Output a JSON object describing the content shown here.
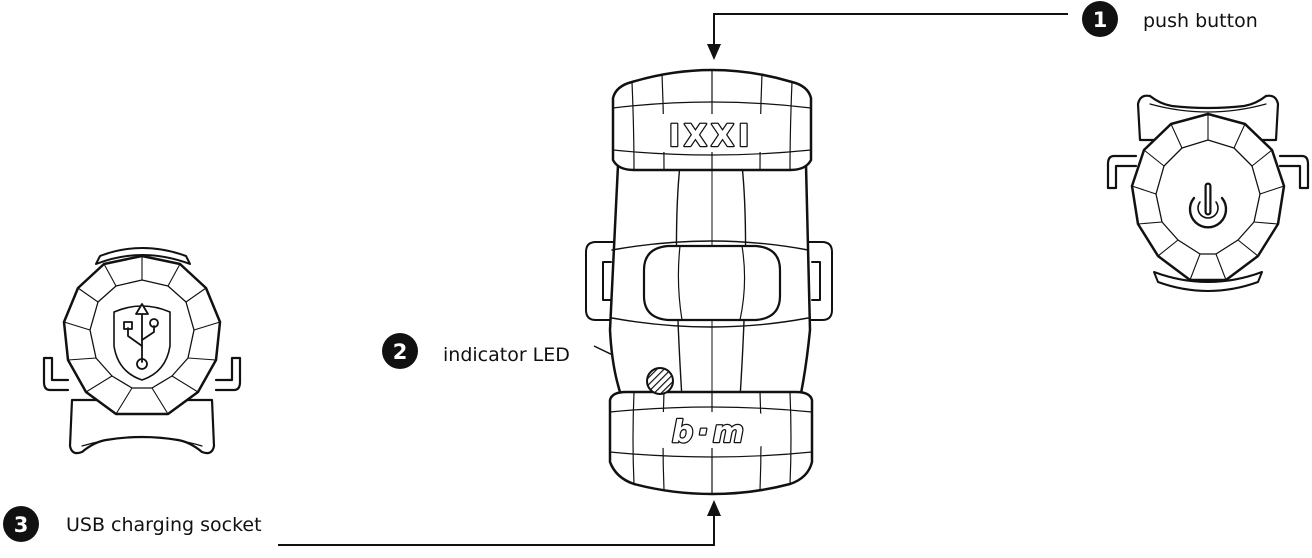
{
  "callouts": [
    {
      "number": "1",
      "label": "push button"
    },
    {
      "number": "2",
      "label": "indicator LED"
    },
    {
      "number": "3",
      "label": "USB charging socket"
    }
  ],
  "device": {
    "top_logo": "IXXI",
    "bottom_logo": "b·m"
  },
  "icons": {
    "usb": "usb-icon",
    "power": "power-icon"
  },
  "colors": {
    "line": "#111111",
    "background": "#ffffff"
  }
}
